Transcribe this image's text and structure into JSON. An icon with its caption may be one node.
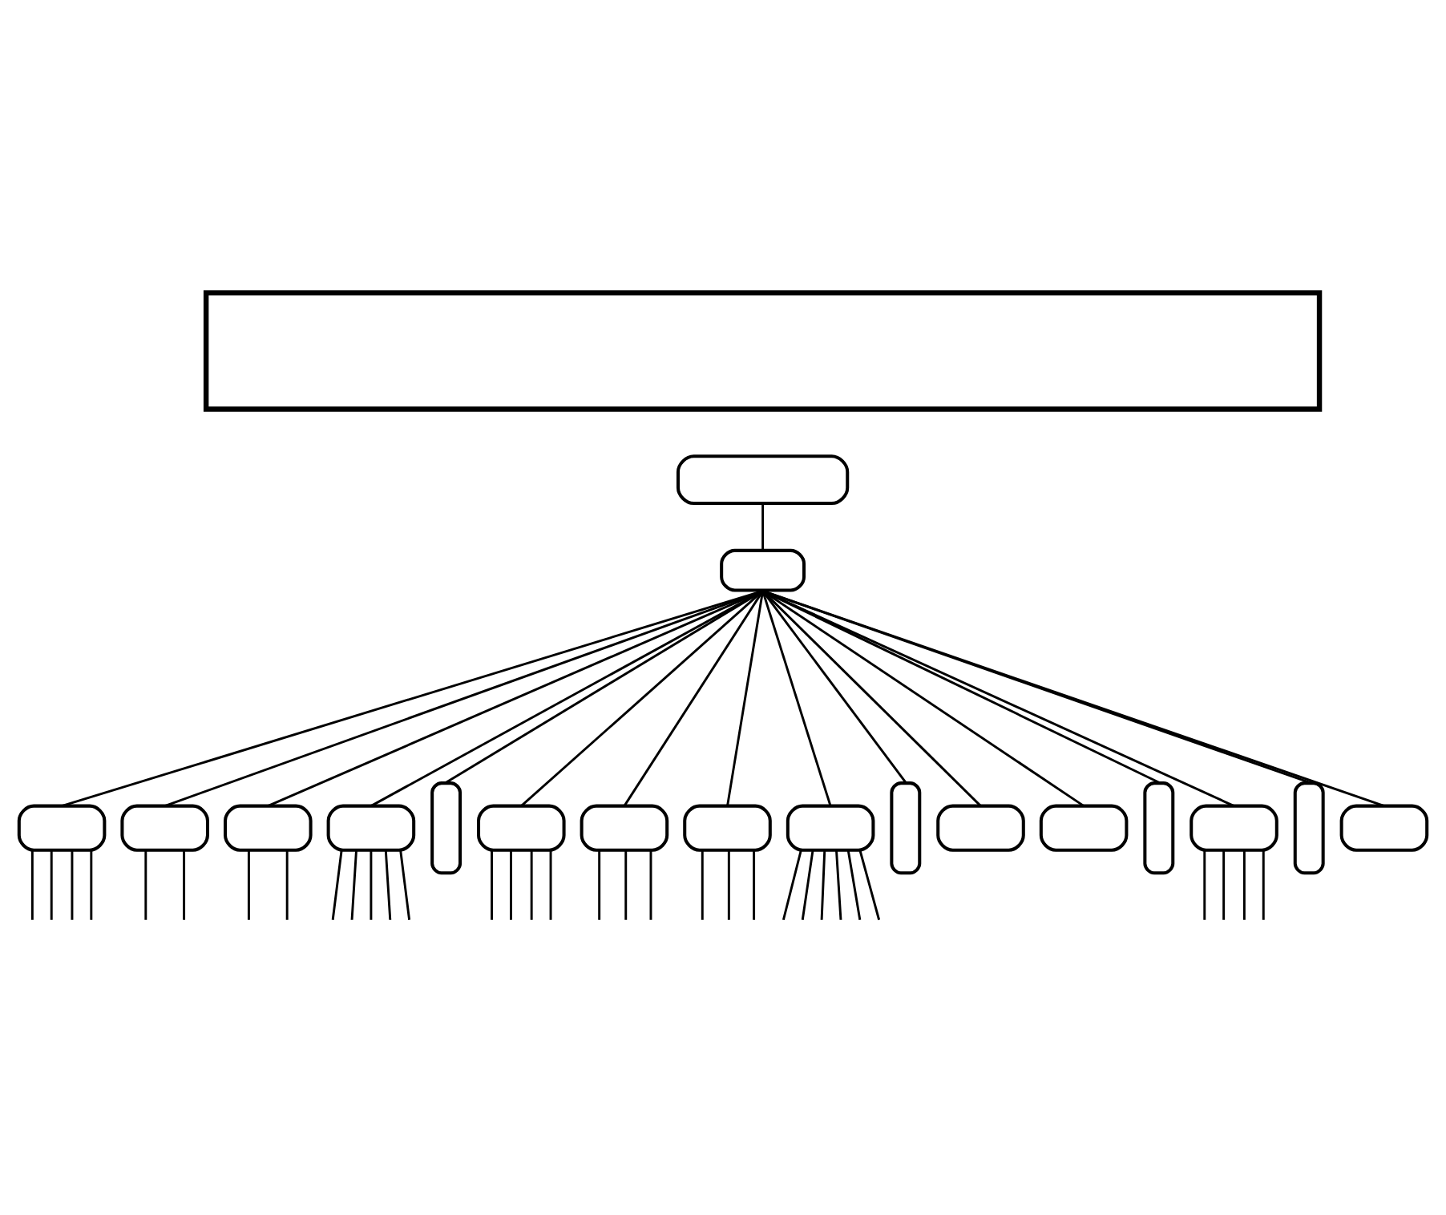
{
  "diagram": {
    "nodes": [
      {
        "text": [],
        "shape": "box"
      },
      {
        "text": [],
        "shape": "box"
      },
      {
        "text": [],
        "shape": "box"
      },
      {
        "text": [],
        "shape": "capsule"
      },
      {
        "text": [],
        "shape": "capsule"
      },
      {
        "text": [],
        "shape": "capsule"
      },
      {
        "text": [],
        "shape": "capsule"
      },
      {
        "text": [],
        "shape": "box"
      },
      {
        "text": [],
        "shape": "box"
      },
      {
        "text": [],
        "shape": "box"
      },
      {
        "text": [],
        "shape": "box"
      },
      {
        "text": [],
        "shape": "box"
      },
      {
        "text": [],
        "shape": "box"
      },
      {
        "text": [],
        "shape": "box"
      },
      {
        "text": [],
        "shape": "box"
      },
      {
        "text": [],
        "shape": "box"
      },
      {
        "text": [],
        "shape": "box"
      },
      {
        "text": [],
        "shape": "box"
      },
      {
        "text": [],
        "shape": "box"
      }
    ],
    "edges": [
      {
        "from": 1,
        "to": 2,
        "arrow": "none"
      },
      {
        "from": 2,
        "to": 7,
        "arrow": "none"
      },
      {
        "from": 2,
        "to": 8,
        "arrow": "none"
      },
      {
        "from": 2,
        "to": 9,
        "arrow": "none"
      },
      {
        "from": 2,
        "to": 10,
        "arrow": "none"
      },
      {
        "from": 2,
        "to": 3,
        "arrow": "none"
      },
      {
        "from": 2,
        "to": 11,
        "arrow": "none"
      },
      {
        "from": 2,
        "to": 12,
        "arrow": "none"
      },
      {
        "from": 2,
        "to": 13,
        "arrow": "none"
      },
      {
        "from": 2,
        "to": 14,
        "arrow": "none"
      },
      {
        "from": 2,
        "to": 4,
        "arrow": "none"
      },
      {
        "from": 2,
        "to": 15,
        "arrow": "none"
      },
      {
        "from": 2,
        "to": 16,
        "arrow": "none"
      },
      {
        "from": 2,
        "to": 5,
        "arrow": "none"
      },
      {
        "from": 2,
        "to": 17,
        "arrow": "none"
      },
      {
        "from": 2,
        "to": 6,
        "arrow": "none"
      },
      {
        "from": 2,
        "to": 18,
        "arrow": "none"
      },
      {
        "from": 7,
        "to": null,
        "arrow": "none"
      },
      {
        "from": 7,
        "to": null,
        "arrow": "none"
      },
      {
        "from": 7,
        "to": null,
        "arrow": "none"
      },
      {
        "from": 7,
        "to": null,
        "arrow": "none"
      },
      {
        "from": 8,
        "to": null,
        "arrow": "none"
      },
      {
        "from": 8,
        "to": null,
        "arrow": "none"
      },
      {
        "from": 9,
        "to": null,
        "arrow": "none"
      },
      {
        "from": 9,
        "to": null,
        "arrow": "none"
      },
      {
        "from": 10,
        "to": null,
        "arrow": "none"
      },
      {
        "from": 10,
        "to": null,
        "arrow": "none"
      },
      {
        "from": 10,
        "to": null,
        "arrow": "none"
      },
      {
        "from": 10,
        "to": null,
        "arrow": "none"
      },
      {
        "from": 10,
        "to": null,
        "arrow": "none"
      },
      {
        "from": 11,
        "to": null,
        "arrow": "none"
      },
      {
        "from": 11,
        "to": null,
        "arrow": "none"
      },
      {
        "from": 11,
        "to": null,
        "arrow": "none"
      },
      {
        "from": 11,
        "to": null,
        "arrow": "none"
      },
      {
        "from": 12,
        "to": null,
        "arrow": "none"
      },
      {
        "from": 12,
        "to": null,
        "arrow": "none"
      },
      {
        "from": 12,
        "to": null,
        "arrow": "none"
      },
      {
        "from": 13,
        "to": null,
        "arrow": "none"
      },
      {
        "from": 13,
        "to": null,
        "arrow": "none"
      },
      {
        "from": 13,
        "to": null,
        "arrow": "none"
      },
      {
        "from": 14,
        "to": null,
        "arrow": "none"
      },
      {
        "from": 14,
        "to": null,
        "arrow": "none"
      },
      {
        "from": 14,
        "to": null,
        "arrow": "none"
      },
      {
        "from": 14,
        "to": null,
        "arrow": "none"
      },
      {
        "from": 14,
        "to": null,
        "arrow": "none"
      },
      {
        "from": 14,
        "to": null,
        "arrow": "none"
      },
      {
        "from": 17,
        "to": null,
        "arrow": "none"
      },
      {
        "from": 17,
        "to": null,
        "arrow": "none"
      },
      {
        "from": 17,
        "to": null,
        "arrow": "none"
      },
      {
        "from": 17,
        "to": null,
        "arrow": "none"
      }
    ]
  }
}
